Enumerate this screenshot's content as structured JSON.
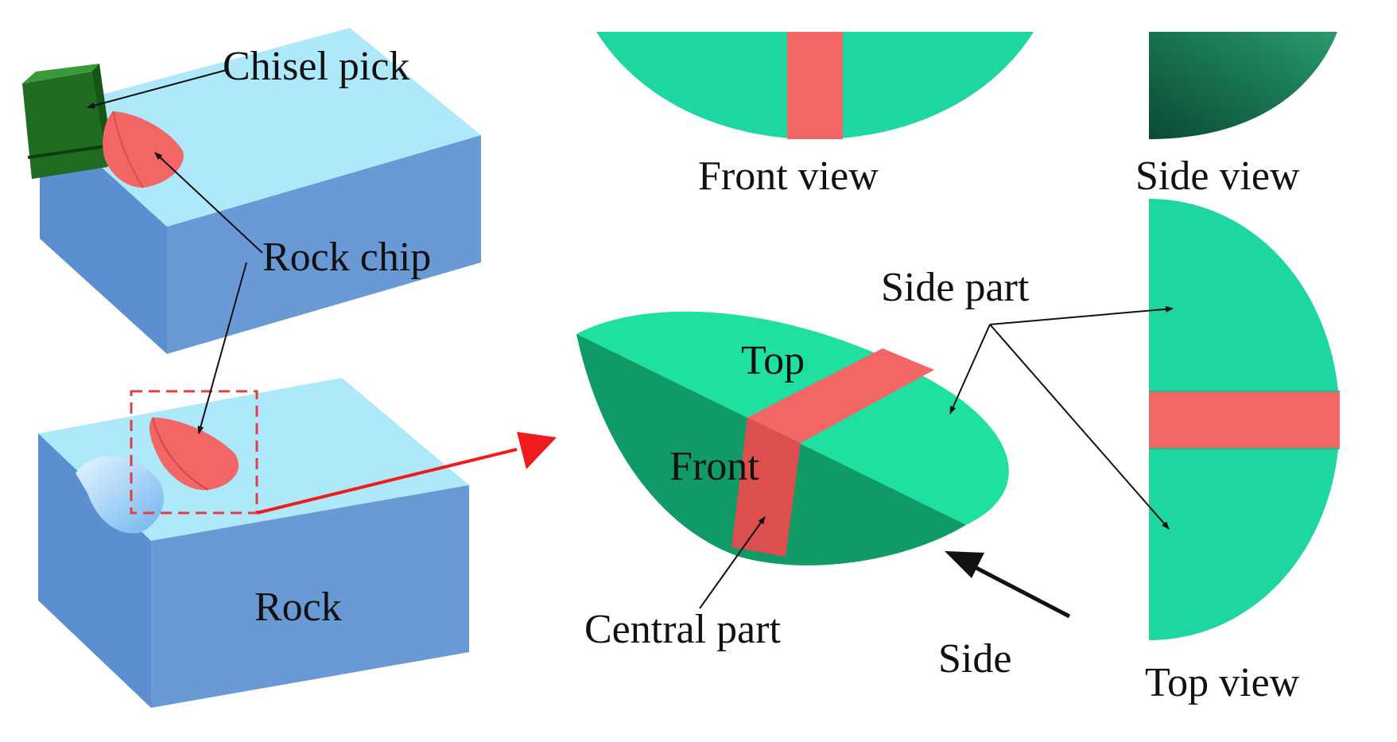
{
  "labels": {
    "chisel_pick": "Chisel pick",
    "rock_chip": "Rock chip",
    "rock": "Rock",
    "front_view": "Front view",
    "side_view": "Side view",
    "top_view": "Top view",
    "side_part": "Side part",
    "top": "Top",
    "front": "Front",
    "central_part": "Central part",
    "side": "Side"
  },
  "colors": {
    "rock_top": "#aee8fb",
    "rock_side": "#5b8fcf",
    "rock_front": "#6a9ad6",
    "pick": "#1f6b1f",
    "pick_light": "#2f8a2f",
    "chip_central": "#f26666",
    "chip_side_light": "#1fe0a0",
    "chip_side_dark": "#0f9a66",
    "arrow_red": "#ee1c1c"
  }
}
